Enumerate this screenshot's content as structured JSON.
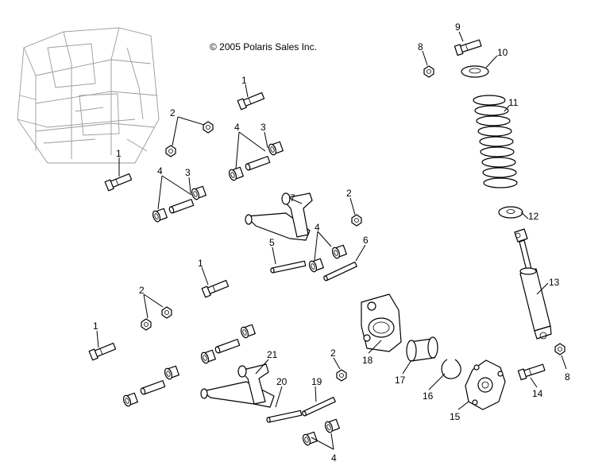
{
  "copyright": "© 2005 Polaris Sales Inc.",
  "callouts": [
    {
      "id": "c1a",
      "text": "1"
    },
    {
      "id": "c1b",
      "text": "1"
    },
    {
      "id": "c1c",
      "text": "1"
    },
    {
      "id": "c1d",
      "text": "1"
    },
    {
      "id": "c2a",
      "text": "2"
    },
    {
      "id": "c2b",
      "text": "2"
    },
    {
      "id": "c2c",
      "text": "2"
    },
    {
      "id": "c2d",
      "text": "2"
    },
    {
      "id": "c3a",
      "text": "3"
    },
    {
      "id": "c3b",
      "text": "3"
    },
    {
      "id": "c4a",
      "text": "4"
    },
    {
      "id": "c4b",
      "text": "4"
    },
    {
      "id": "c4c",
      "text": "4"
    },
    {
      "id": "c4d",
      "text": "4"
    },
    {
      "id": "c5",
      "text": "5"
    },
    {
      "id": "c6",
      "text": "6"
    },
    {
      "id": "c7",
      "text": "7"
    },
    {
      "id": "c8a",
      "text": "8"
    },
    {
      "id": "c8b",
      "text": "8"
    },
    {
      "id": "c9",
      "text": "9"
    },
    {
      "id": "c10",
      "text": "10"
    },
    {
      "id": "c11",
      "text": "11"
    },
    {
      "id": "c12",
      "text": "12"
    },
    {
      "id": "c13",
      "text": "13"
    },
    {
      "id": "c14",
      "text": "14"
    },
    {
      "id": "c15",
      "text": "15"
    },
    {
      "id": "c16",
      "text": "16"
    },
    {
      "id": "c17",
      "text": "17"
    },
    {
      "id": "c18",
      "text": "18"
    },
    {
      "id": "c19",
      "text": "19"
    },
    {
      "id": "c20",
      "text": "20"
    },
    {
      "id": "c21",
      "text": "21"
    }
  ]
}
